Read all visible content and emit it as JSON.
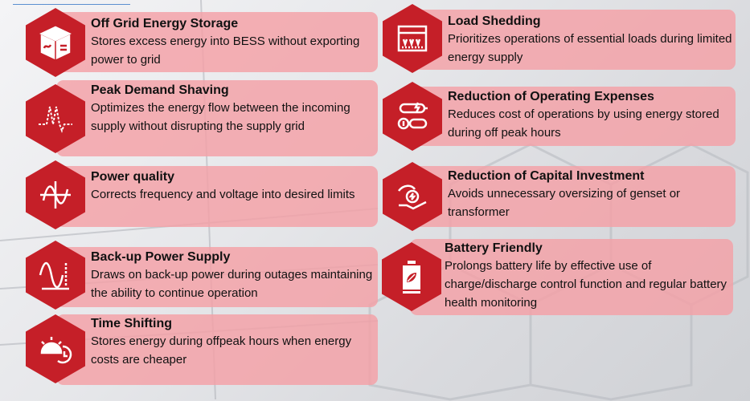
{
  "items": [
    {
      "title": "Off Grid Energy Storage",
      "desc": "Stores excess energy into BESS without exporting power to grid",
      "icon": "energy-cube-icon"
    },
    {
      "title": "Peak Demand Shaving",
      "desc": "Optimizes the energy flow between the incoming supply without disrupting the supply grid",
      "icon": "peak-waveform-icon"
    },
    {
      "title": "Power quality",
      "desc": "Corrects frequency and voltage into desired limits",
      "icon": "sine-wave-icon"
    },
    {
      "title": "Back-up Power Supply",
      "desc": "Draws on back-up power during outages maintaining the ability to continue operation",
      "icon": "backup-wave-icon"
    },
    {
      "title": "Time Shifting",
      "desc": "Stores energy during offpeak hours when energy costs are cheaper",
      "icon": "sun-clock-icon"
    },
    {
      "title": "Load Shedding",
      "desc": "Prioritizes operations of essential loads during limited energy supply",
      "icon": "control-panel-icon"
    },
    {
      "title": "Reduction of Operating Expenses",
      "desc": "Reduces cost of operations by using energy stored during off peak hours",
      "icon": "plug-cost-icon"
    },
    {
      "title": "Reduction of Capital Investment",
      "desc": "Avoids unnecessary oversizing of genset or transformer",
      "icon": "hand-coin-icon"
    },
    {
      "title": "Battery Friendly",
      "desc": "Prolongs battery life by effective use of charge/discharge control function and regular battery health monitoring",
      "icon": "battery-leaf-icon"
    }
  ],
  "colors": {
    "accent": "#c51f28",
    "card": "#f4a0a6"
  }
}
